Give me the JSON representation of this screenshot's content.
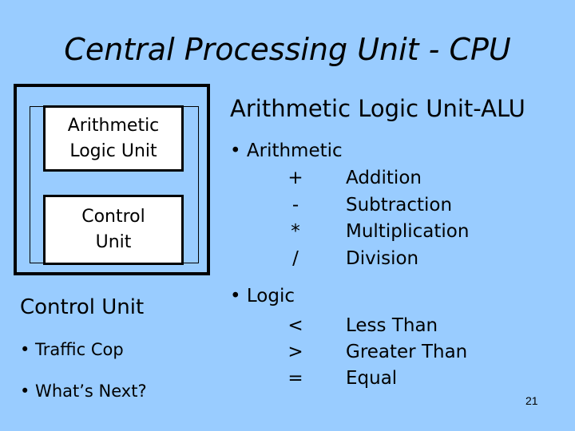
{
  "slide": {
    "title": "Central Processing Unit - CPU",
    "page_number": "21"
  },
  "cpu_diagram": {
    "alu_box_label": "Arithmetic\nLogic Unit",
    "cu_box_label": "Control\nUnit"
  },
  "control_unit": {
    "heading": "Control Unit",
    "bullets": [
      "• Traffic Cop",
      "• What’s Next?"
    ]
  },
  "alu": {
    "heading": "Arithmetic Logic Unit-ALU",
    "arithmetic": {
      "label": "• Arithmetic",
      "operations": [
        {
          "symbol": "+",
          "name": "Addition"
        },
        {
          "symbol": "-",
          "name": "Subtraction"
        },
        {
          "symbol": "*",
          "name": "Multiplication"
        },
        {
          "symbol": "/",
          "name": "Division"
        }
      ]
    },
    "logic": {
      "label": "• Logic",
      "operations": [
        {
          "symbol": "<",
          "name": "Less Than"
        },
        {
          "symbol": ">",
          "name": "Greater Than"
        },
        {
          "symbol": "=",
          "name": "Equal"
        }
      ]
    }
  },
  "colors": {
    "background": "#99ccff",
    "box_fill": "#ffffff",
    "border": "#000000"
  }
}
